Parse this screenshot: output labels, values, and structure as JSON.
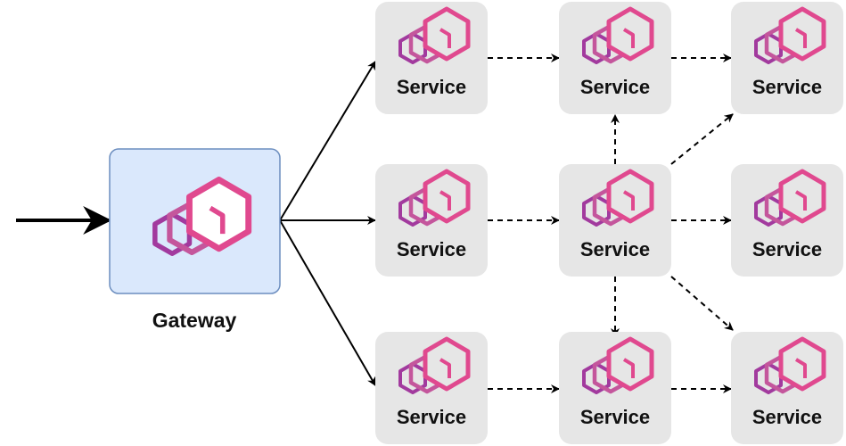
{
  "gateway": {
    "label": "Gateway",
    "icon": "envoy-logo-icon",
    "fill_color": "#dae8fc",
    "border_color": "#6c8ebf"
  },
  "services": [
    {
      "id": "s1",
      "label": "Service",
      "icon": "envoy-logo-icon"
    },
    {
      "id": "s2",
      "label": "Service",
      "icon": "envoy-logo-icon"
    },
    {
      "id": "s3",
      "label": "Service",
      "icon": "envoy-logo-icon"
    },
    {
      "id": "s4",
      "label": "Service",
      "icon": "envoy-logo-icon"
    },
    {
      "id": "s5",
      "label": "Service",
      "icon": "envoy-logo-icon"
    },
    {
      "id": "s6",
      "label": "Service",
      "icon": "envoy-logo-icon"
    },
    {
      "id": "s7",
      "label": "Service",
      "icon": "envoy-logo-icon"
    },
    {
      "id": "s8",
      "label": "Service",
      "icon": "envoy-logo-icon"
    },
    {
      "id": "s9",
      "label": "Service",
      "icon": "envoy-logo-icon"
    }
  ],
  "edges": [
    {
      "from": "external",
      "to": "gateway",
      "style": "solid-bold"
    },
    {
      "from": "gateway",
      "to": "s1",
      "style": "solid"
    },
    {
      "from": "gateway",
      "to": "s4",
      "style": "solid"
    },
    {
      "from": "gateway",
      "to": "s7",
      "style": "solid"
    },
    {
      "from": "s1",
      "to": "s2",
      "style": "dashed"
    },
    {
      "from": "s2",
      "to": "s3",
      "style": "dashed"
    },
    {
      "from": "s4",
      "to": "s5",
      "style": "dashed"
    },
    {
      "from": "s5",
      "to": "s2",
      "style": "dashed"
    },
    {
      "from": "s5",
      "to": "s3",
      "style": "dashed"
    },
    {
      "from": "s5",
      "to": "s6",
      "style": "dashed"
    },
    {
      "from": "s5",
      "to": "s9",
      "style": "dashed"
    },
    {
      "from": "s5",
      "to": "s8",
      "style": "dashed"
    },
    {
      "from": "s7",
      "to": "s8",
      "style": "dashed"
    },
    {
      "from": "s8",
      "to": "s9",
      "style": "dashed"
    }
  ],
  "colors": {
    "service_box": "#e6e6e6",
    "logo_front": "#e0498f",
    "logo_middle": "#c4569c",
    "logo_back": "#a23a9e",
    "arrow": "#000000"
  }
}
